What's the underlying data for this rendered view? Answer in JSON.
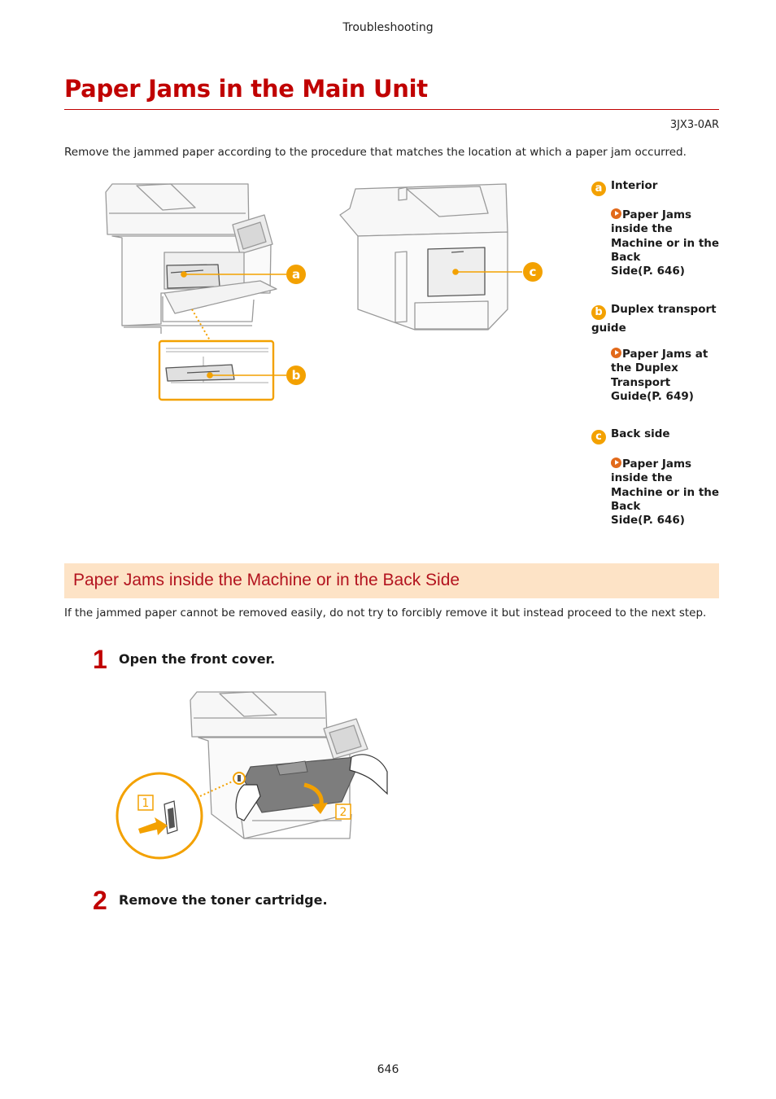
{
  "running_head": "Troubleshooting",
  "title": "Paper Jams in the Main Unit",
  "doc_code": "3JX3-0AR",
  "intro": "Remove the jammed paper according to the procedure that matches the location at which a paper jam occurred.",
  "figure_callouts": {
    "a": "a",
    "b": "b",
    "c": "c"
  },
  "legend": [
    {
      "badge": "a",
      "label": "Interior",
      "link_lines": [
        "Paper Jams",
        "inside the",
        "Machine or in the",
        "Back",
        "Side(P. 646)"
      ]
    },
    {
      "badge": "b",
      "label_lines": [
        "Duplex transport",
        "guide"
      ],
      "link_lines": [
        "Paper Jams at",
        "the Duplex",
        "Transport",
        "Guide(P. 649)"
      ]
    },
    {
      "badge": "c",
      "label": "Back side",
      "link_lines": [
        "Paper Jams",
        "inside the",
        "Machine or in the",
        "Back",
        "Side(P. 646)"
      ]
    }
  ],
  "section": {
    "title": "Paper Jams inside the Machine or in the Back Side",
    "intro": "If the jammed paper cannot be removed easily, do not try to forcibly remove it but instead proceed to the next step."
  },
  "steps": [
    {
      "number": "1",
      "text": "Open the front cover.",
      "figure_labels": [
        "1",
        "2"
      ]
    },
    {
      "number": "2",
      "text": "Remove the toner cartridge."
    }
  ],
  "page_number": "646",
  "colors": {
    "title_red": "#c00000",
    "accent_orange": "#f3a100",
    "band": "#fde3c6"
  }
}
